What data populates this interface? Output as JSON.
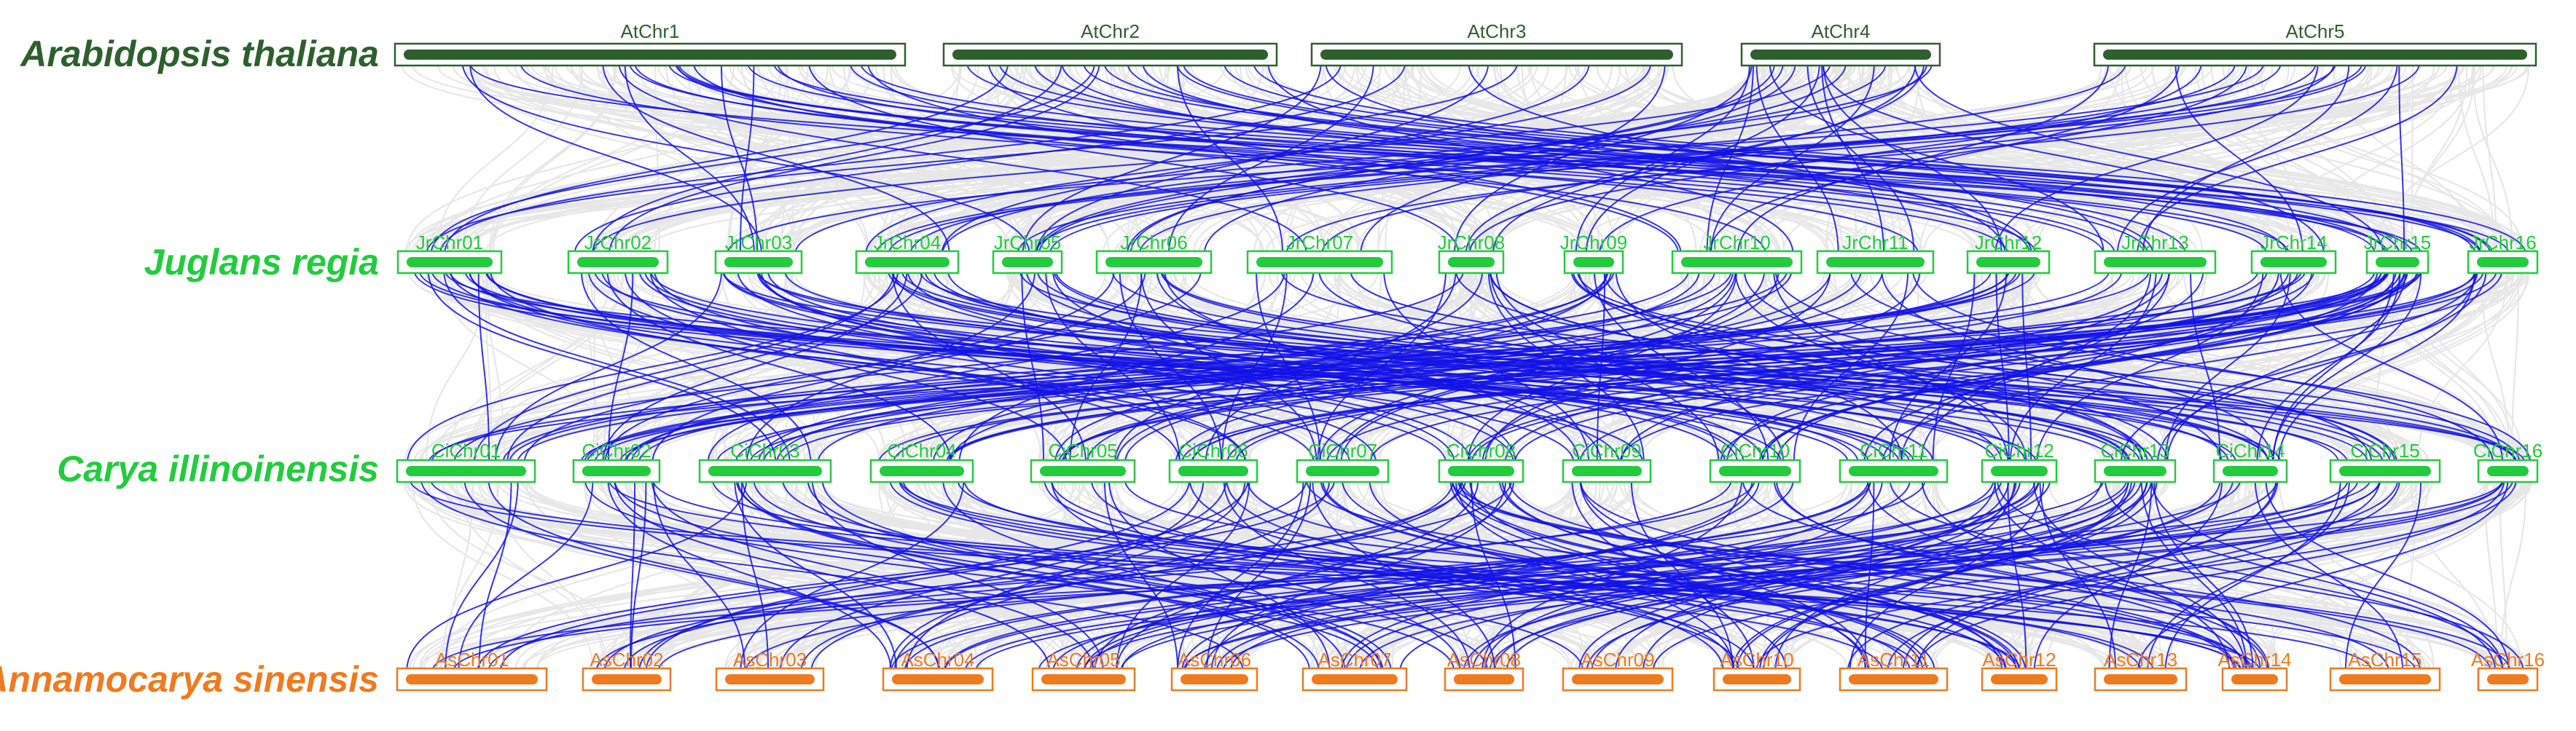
{
  "colors": {
    "background_links": "#e4e4e4",
    "highlight_links": "#1212e6",
    "white": "#ffffff"
  },
  "species": [
    {
      "id": "at",
      "label": "Arabidopsis thaliana",
      "color": "#2e5f2e",
      "bar_color": "#2e5f2e",
      "chromosomes": [
        "AtChr1",
        "AtChr2",
        "AtChr3",
        "AtChr4",
        "AtChr5"
      ]
    },
    {
      "id": "jr",
      "label": "Juglans regia",
      "color": "#22cc3d",
      "bar_color": "#22cc3d",
      "chromosomes": [
        "JrChr01",
        "JrChr02",
        "JrChr03",
        "JrChr04",
        "JrChr05",
        "JrChr06",
        "JrChr07",
        "JrChr08",
        "JrChr09",
        "JrChr10",
        "JrChr11",
        "JrChr12",
        "JrChr13",
        "JrChr14",
        "JrChr15",
        "JrChr16"
      ]
    },
    {
      "id": "ci",
      "label": "Carya illinoinensis",
      "color": "#22cc3d",
      "bar_color": "#22cc3d",
      "chromosomes": [
        "CiChr01",
        "CiChr02",
        "CiChr03",
        "CiChr04",
        "CiChr05",
        "CiChr06",
        "CiChr07",
        "CiChr08",
        "CiChr09",
        "CiChr10",
        "CiChr11",
        "CiChr12",
        "CiChr13",
        "CiChr14",
        "CiChr15",
        "CiChr16"
      ]
    },
    {
      "id": "as",
      "label": "Annamocarya sinensis",
      "color": "#f07a1e",
      "bar_color": "#f07a1e",
      "chromosomes": [
        "AsChr01",
        "AsChr02",
        "AsChr03",
        "AsChr04",
        "AsChr05",
        "AsChr06",
        "AsChr07",
        "AsChr08",
        "AsChr09",
        "AsChr10",
        "AsChr11",
        "AsChr12",
        "AsChr13",
        "AsChr14",
        "AsChr15",
        "AsChr16"
      ]
    }
  ]
}
